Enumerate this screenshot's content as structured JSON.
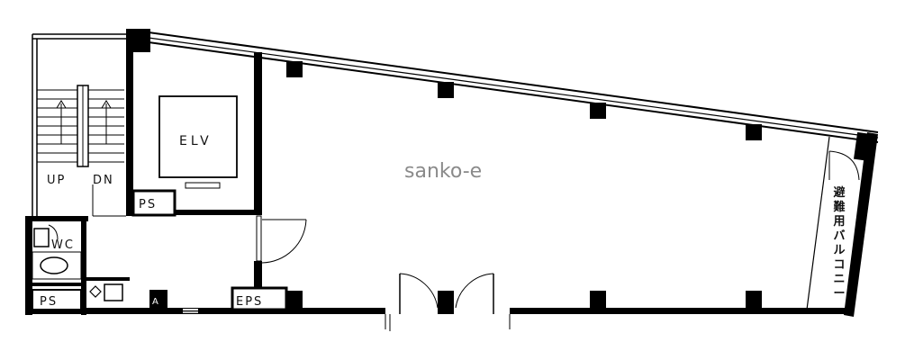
{
  "plan": {
    "watermark": "sanko-e",
    "rooms": {
      "elevator": "ELV",
      "toilet": "WC",
      "pipe_space_top": "PS",
      "pipe_space_bottom": "PS",
      "electric_pipe_space": "EPS"
    },
    "stair": {
      "up": "UP",
      "down": "DN"
    },
    "balcony": {
      "label": "避難用バルコニー"
    }
  }
}
